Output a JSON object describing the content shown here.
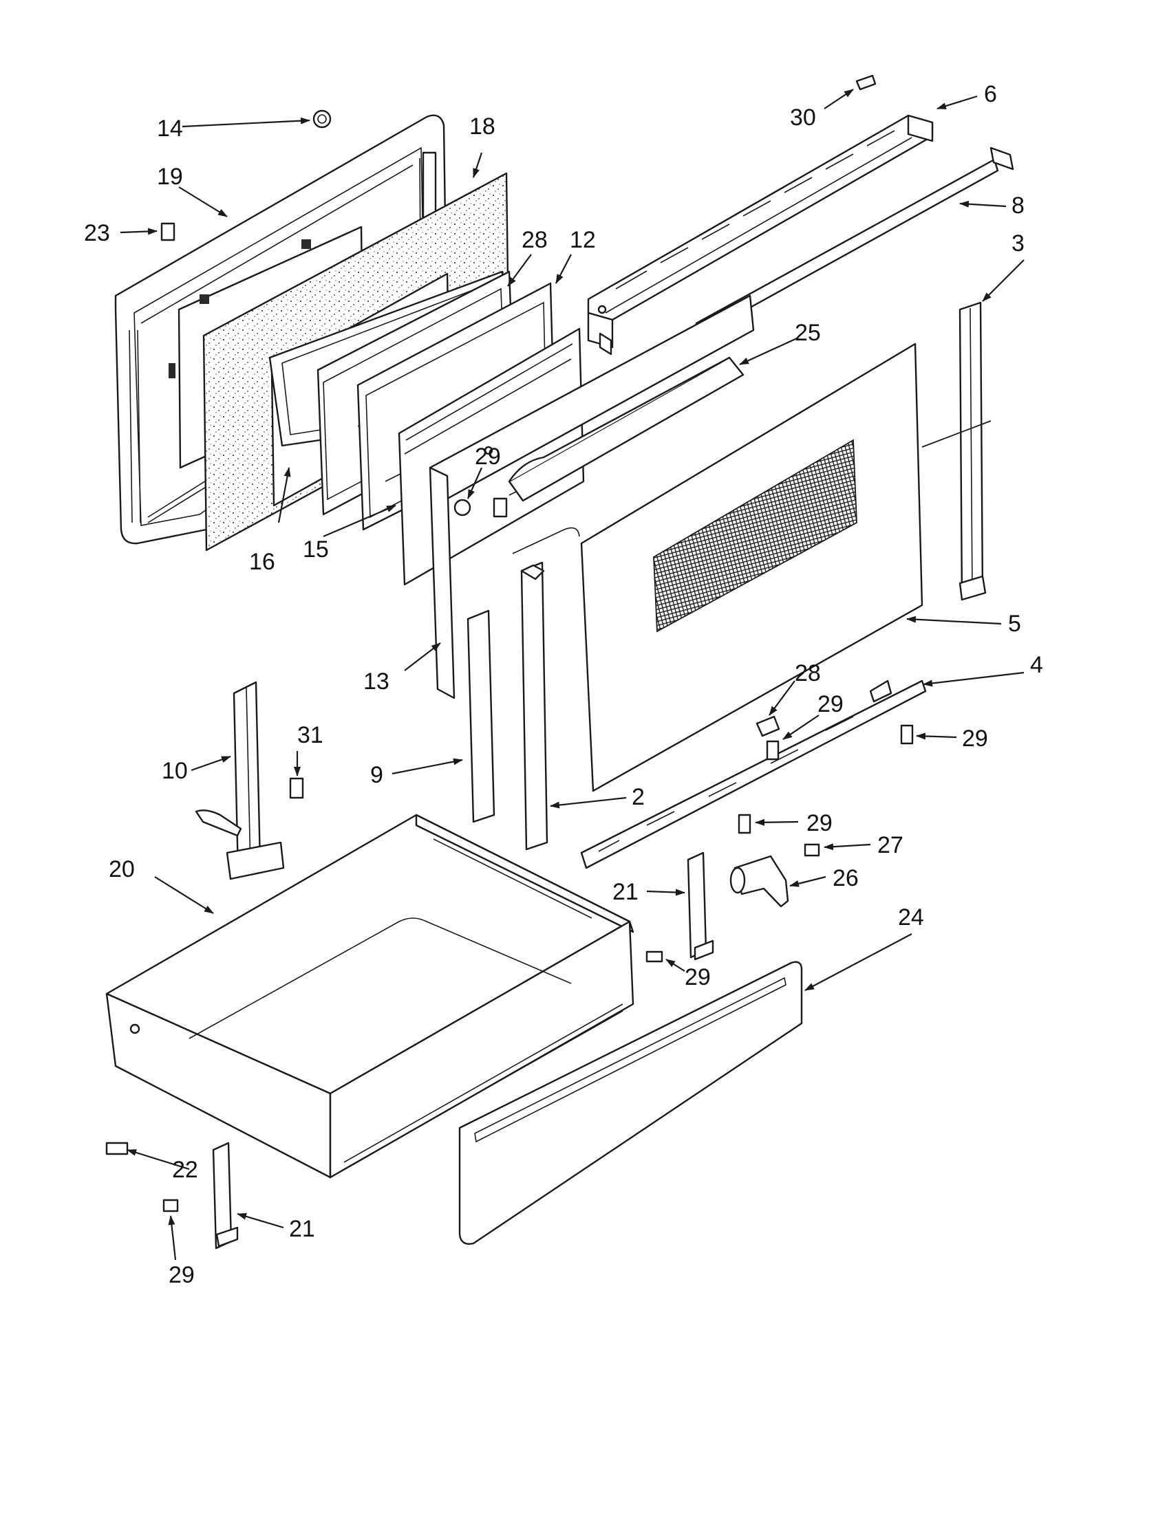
{
  "diagram": {
    "callouts": [
      {
        "id": "c14",
        "text": "14"
      },
      {
        "id": "c18",
        "text": "18"
      },
      {
        "id": "c19",
        "text": "19"
      },
      {
        "id": "c23",
        "text": "23"
      },
      {
        "id": "c28a",
        "text": "28"
      },
      {
        "id": "c12",
        "text": "12"
      },
      {
        "id": "c30",
        "text": "30"
      },
      {
        "id": "c6",
        "text": "6"
      },
      {
        "id": "c8",
        "text": "8"
      },
      {
        "id": "c3",
        "text": "3"
      },
      {
        "id": "c25",
        "text": "25"
      },
      {
        "id": "c29a",
        "text": "29"
      },
      {
        "id": "c16",
        "text": "16"
      },
      {
        "id": "c15",
        "text": "15"
      },
      {
        "id": "c5",
        "text": "5"
      },
      {
        "id": "c4",
        "text": "4"
      },
      {
        "id": "c28b",
        "text": "28"
      },
      {
        "id": "c29b",
        "text": "29"
      },
      {
        "id": "c29c",
        "text": "29"
      },
      {
        "id": "c13",
        "text": "13"
      },
      {
        "id": "c31",
        "text": "31"
      },
      {
        "id": "c10",
        "text": "10"
      },
      {
        "id": "c9",
        "text": "9"
      },
      {
        "id": "c2",
        "text": "2"
      },
      {
        "id": "c29d",
        "text": "29"
      },
      {
        "id": "c27",
        "text": "27"
      },
      {
        "id": "c26",
        "text": "26"
      },
      {
        "id": "c20",
        "text": "20"
      },
      {
        "id": "c21a",
        "text": "21"
      },
      {
        "id": "c24",
        "text": "24"
      },
      {
        "id": "c29e",
        "text": "29"
      },
      {
        "id": "c22",
        "text": "22"
      },
      {
        "id": "c21b",
        "text": "21"
      },
      {
        "id": "c29f",
        "text": "29"
      }
    ]
  }
}
